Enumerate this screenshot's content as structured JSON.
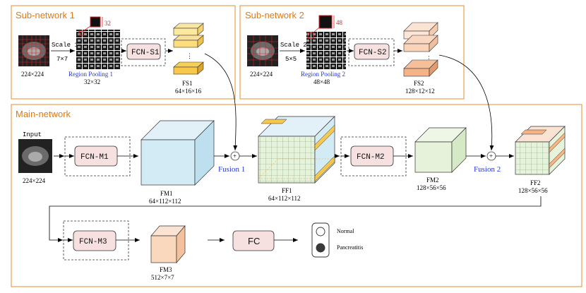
{
  "sections": {
    "sub1": "Sub-network 1",
    "sub2": "Sub-network 2",
    "main": "Main-network"
  },
  "sub1": {
    "input_size": "224×224",
    "scale_line1": "Scale 1",
    "scale_line2": "7×7",
    "patch_size": "32",
    "pool_label": "Region Pooling 1",
    "pool_size": "32×32",
    "fcn": "FCN-S1",
    "fs_label": "FS1",
    "fs_size": "64×16×16",
    "dots": "⋮"
  },
  "sub2": {
    "input_size": "224×224",
    "scale_line1": "Scale 2",
    "scale_line2": "5×5",
    "patch_size": "48",
    "pool_label": "Region Pooling 2",
    "pool_size": "48×48",
    "fcn": "FCN-S2",
    "fs_label": "FS2",
    "fs_size": "128×12×12",
    "dots": "⋮"
  },
  "main": {
    "input_title": "Input",
    "input_size": "224×224",
    "fcn_m1": "FCN-M1",
    "fm1_label": "FM1",
    "fm1_size": "64×112×112",
    "fusion1": "Fusion 1",
    "ff1_label": "FF1",
    "ff1_size": "64×112×112",
    "fcn_m2": "FCN-M2",
    "fm2_label": "FM2",
    "fm2_size": "128×56×56",
    "fusion2": "Fusion 2",
    "ff2_label": "FF2",
    "ff2_size": "128×56×56",
    "fcn_m3": "FCN-M3",
    "fm3_label": "FM3",
    "fm3_size": "512×7×7",
    "fc": "FC",
    "normal": "Normal",
    "pancreatitis": "Pancreatitis",
    "plus": "+"
  },
  "colors": {
    "section_border": "#e8a050",
    "fcn_fill": "#f6e0e0",
    "fm1_fill": "#d3ebf5",
    "fm2_fill": "#e6f2da",
    "fm3_fill": "#f9d8bd",
    "fs1_fill": "#f7c84a",
    "fs2_fill": "#f5b488",
    "fusion_text": "#2636d8"
  }
}
